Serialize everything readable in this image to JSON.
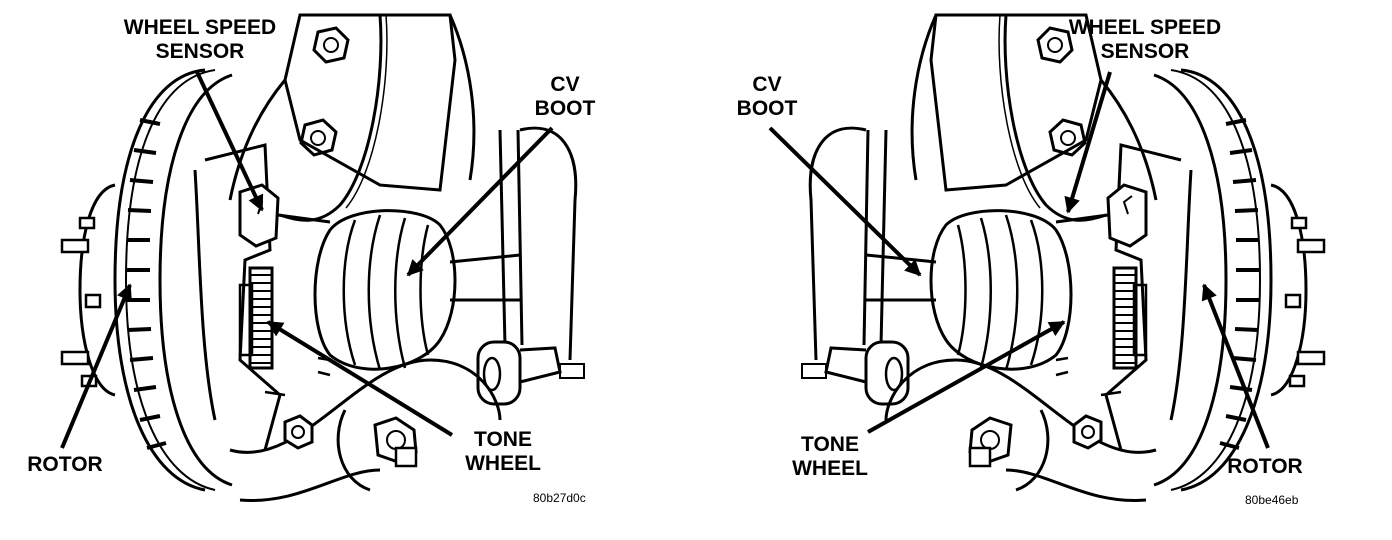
{
  "left_panel": {
    "sensor_label_1": "WHEEL SPEED",
    "sensor_label_2": "SENSOR",
    "boot_label_1": "CV",
    "boot_label_2": "BOOT",
    "tone_label_1": "TONE",
    "tone_label_2": "WHEEL",
    "rotor_label": "ROTOR",
    "figure_code": "80b27d0c"
  },
  "right_panel": {
    "sensor_label_1": "WHEEL SPEED",
    "sensor_label_2": "SENSOR",
    "boot_label_1": "CV",
    "boot_label_2": "BOOT",
    "tone_label_1": "TONE",
    "tone_label_2": "WHEEL",
    "rotor_label": "ROTOR",
    "figure_code": "80be46eb"
  },
  "colors": {
    "ink": "#000000",
    "paper": "#ffffff"
  }
}
